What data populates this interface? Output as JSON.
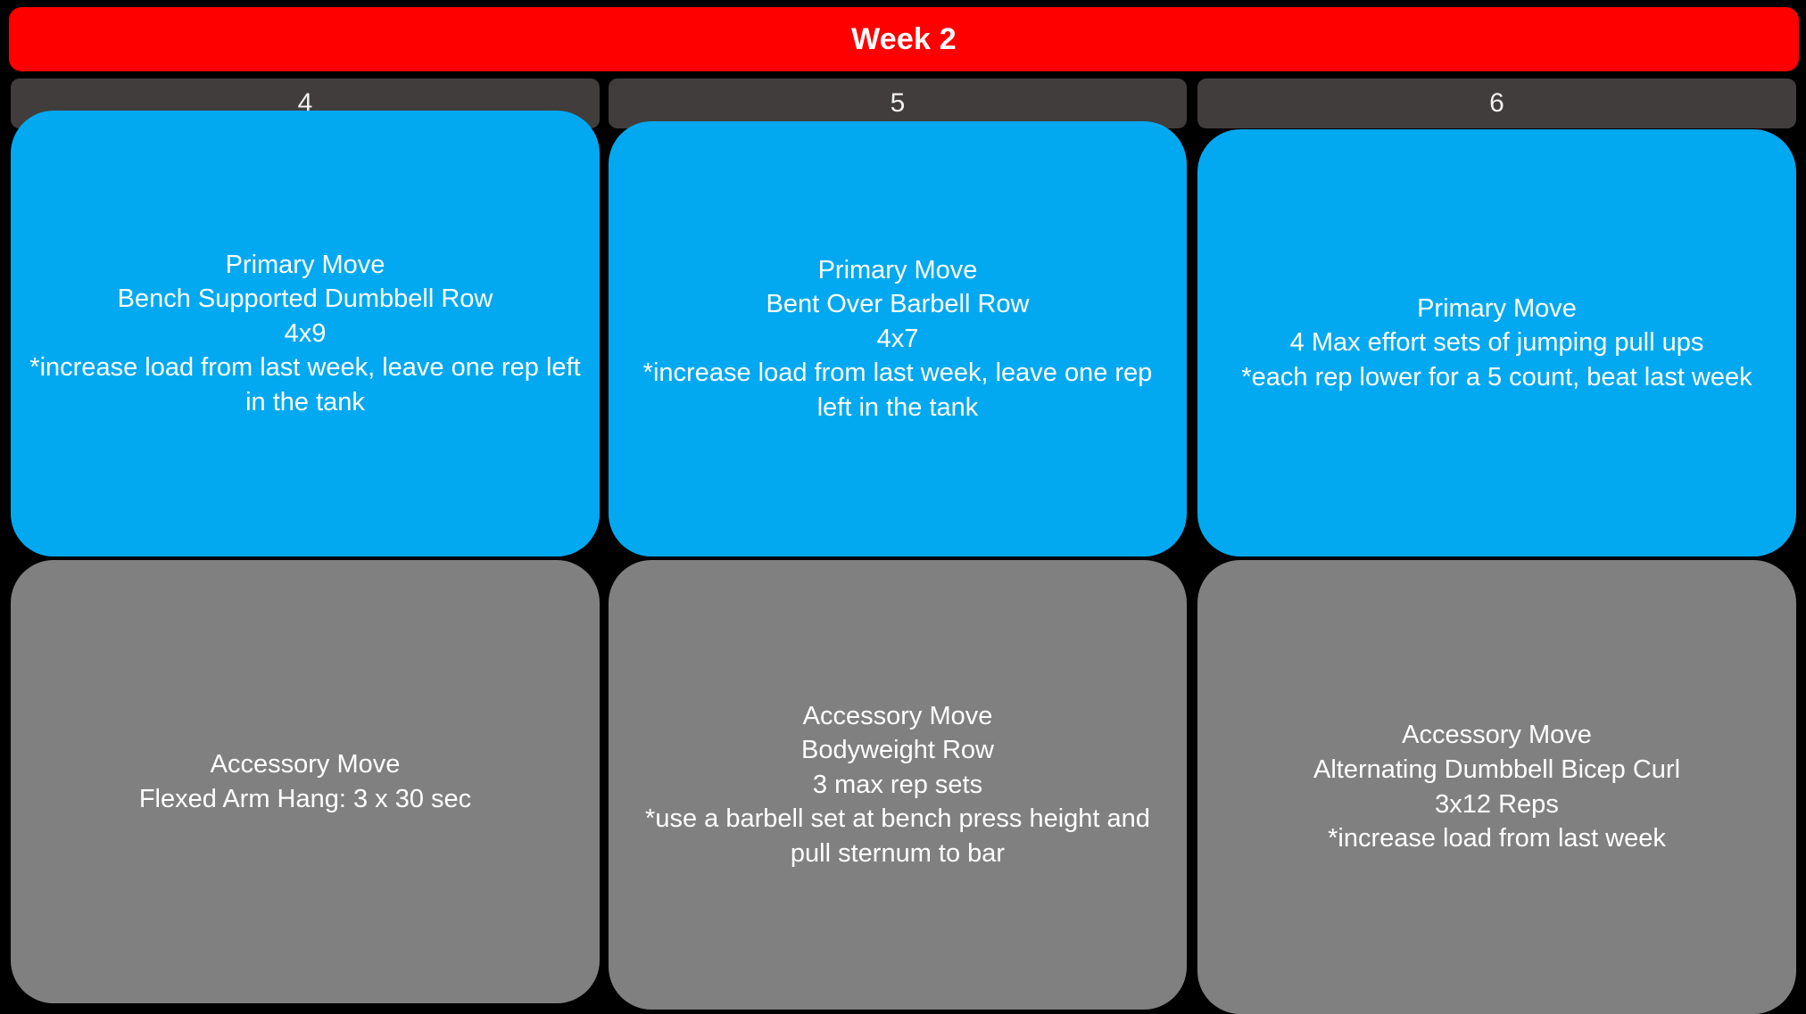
{
  "banner": {
    "title": "Week 2",
    "background_color": "#FF0000",
    "text_color": "#FFFFFF"
  },
  "colors": {
    "page_background": "#000000",
    "day_header": "#403D3C",
    "primary_card": "#03A9F0",
    "accessory_card": "#808080",
    "card_text": "#FFFFFF"
  },
  "columns": [
    {
      "day_label": "4",
      "primary": {
        "heading": "Primary Move",
        "exercise": "Bench Supported Dumbbell Row",
        "sets_reps": "4x9",
        "note": "*increase load from last week, leave one rep left in the tank",
        "text": "Primary Move\nBench Supported Dumbbell Row\n4x9\n*increase load from last week, leave one rep left in the tank"
      },
      "accessory": {
        "heading": "Accessory Move",
        "exercise": "Flexed Arm Hang: 3 x 30 sec",
        "sets_reps": "",
        "note": "",
        "text": "Accessory Move\nFlexed Arm Hang: 3 x 30 sec"
      }
    },
    {
      "day_label": "5",
      "primary": {
        "heading": "Primary Move",
        "exercise": "Bent Over Barbell Row",
        "sets_reps": "4x7",
        "note": "*increase load from last week, leave one rep left in the tank",
        "text": "Primary Move\nBent Over Barbell Row\n4x7\n*increase load from last week, leave one rep left in the tank"
      },
      "accessory": {
        "heading": "Accessory Move",
        "exercise": "Bodyweight Row",
        "sets_reps": "3 max rep sets",
        "note": "*use a barbell set at bench press height and pull sternum to bar",
        "text": "Accessory Move\nBodyweight Row\n3 max rep sets\n*use a barbell set at bench press height and pull sternum to bar"
      }
    },
    {
      "day_label": "6",
      "primary": {
        "heading": "Primary Move",
        "exercise": "4 Max effort sets of jumping pull ups",
        "sets_reps": "",
        "note": "*each rep lower for a 5 count, beat last week",
        "text": "Primary Move\n4 Max effort sets of jumping pull ups\n*each rep lower for a 5 count, beat last week"
      },
      "accessory": {
        "heading": "Accessory Move",
        "exercise": "Alternating Dumbbell Bicep Curl",
        "sets_reps": "3x12 Reps",
        "note": "*increase load from last week",
        "text": "Accessory Move\nAlternating Dumbbell Bicep Curl\n3x12 Reps\n*increase load from last week"
      }
    }
  ]
}
